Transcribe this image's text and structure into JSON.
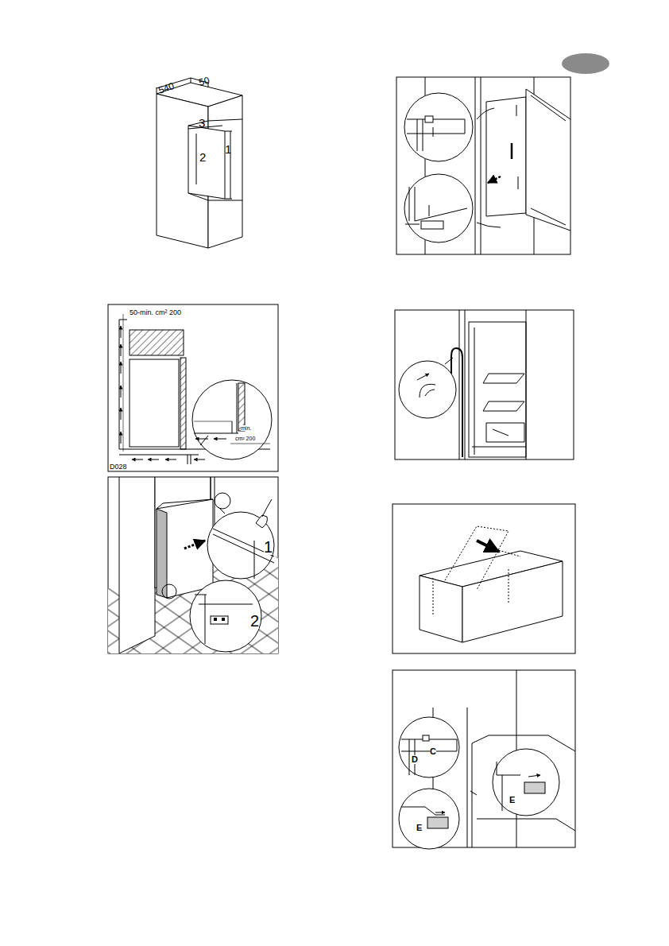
{
  "diagram": {
    "labels": [
      "540",
      "50",
      "3",
      "2",
      "1",
      "50-min. cm² 200",
      "min.",
      "cm² 200",
      "D028",
      "1",
      "2",
      "D",
      "C",
      "E",
      "E"
    ]
  }
}
